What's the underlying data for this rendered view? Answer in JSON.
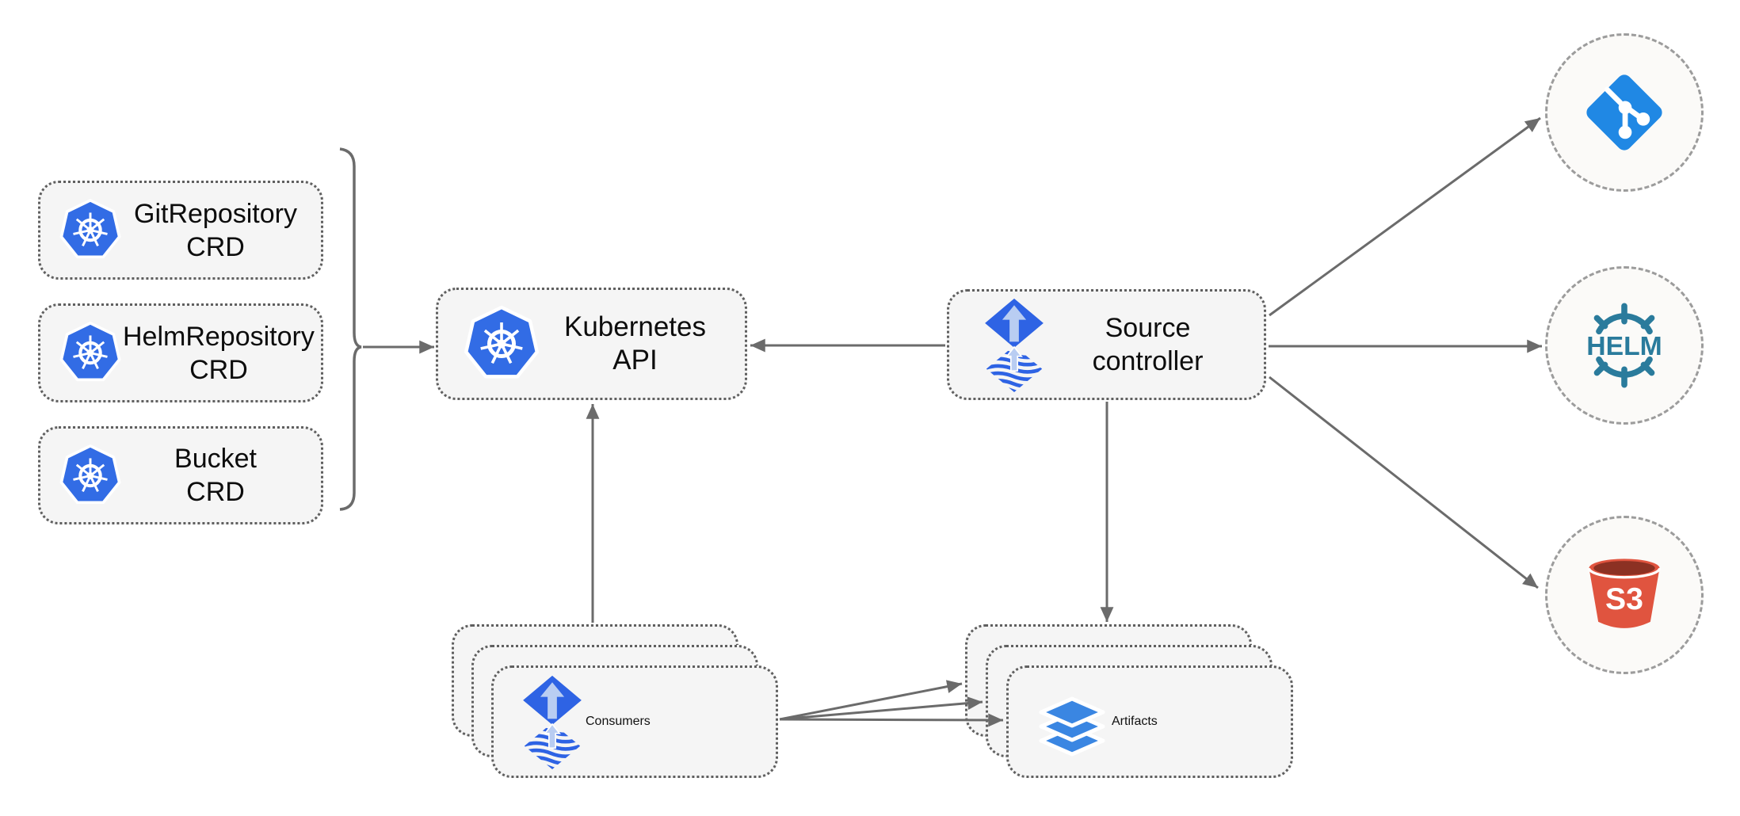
{
  "diagram": {
    "crds": [
      {
        "name": "GitRepository CRD",
        "line1": "GitRepository",
        "line2": "CRD",
        "icon": "kubernetes-icon"
      },
      {
        "name": "HelmRepository CRD",
        "line1": "HelmRepository",
        "line2": "CRD",
        "icon": "kubernetes-icon"
      },
      {
        "name": "Bucket CRD",
        "line1": "Bucket",
        "line2": "CRD",
        "icon": "kubernetes-icon"
      }
    ],
    "kubernetes_api": {
      "label": "Kubernetes API",
      "icon": "kubernetes-icon"
    },
    "source_controller": {
      "line1": "Source",
      "line2": "controller",
      "icon": "flux-source-icon"
    },
    "consumers": {
      "label": "Consumers",
      "icon": "flux-source-icon",
      "stack_count": 3
    },
    "artifacts": {
      "label": "Artifacts",
      "icon": "layers-icon",
      "stack_count": 3
    },
    "external_sources": [
      {
        "name": "git",
        "icon": "git-icon"
      },
      {
        "name": "helm",
        "icon": "helm-icon",
        "logo_text": "HELM"
      },
      {
        "name": "s3",
        "icon": "s3-bucket-icon",
        "logo_text": "S3"
      }
    ],
    "edges": [
      {
        "from": "crd-group-brace",
        "to": "kubernetes-api"
      },
      {
        "from": "source-controller",
        "to": "kubernetes-api"
      },
      {
        "from": "consumers",
        "to": "kubernetes-api"
      },
      {
        "from": "source-controller",
        "to": "artifacts"
      },
      {
        "from": "source-controller",
        "to": "git"
      },
      {
        "from": "source-controller",
        "to": "helm"
      },
      {
        "from": "source-controller",
        "to": "s3"
      },
      {
        "from": "consumers",
        "to": "artifacts-back"
      },
      {
        "from": "consumers",
        "to": "artifacts-middle"
      },
      {
        "from": "consumers",
        "to": "artifacts-front"
      }
    ],
    "colors": {
      "kubernetes_blue": "#326CE5",
      "flux_blue": "#2E63E4",
      "flux_arrow_light": "#B9CDF2",
      "git_blue": "#2088E4",
      "helm_teal": "#2A7B9C",
      "s3_red": "#E0543F",
      "s3_dark_red": "#8C3123",
      "layers_blue": "#3A86E2",
      "line_gray": "#6B6B6B",
      "border_gray": "#5F5F5F",
      "node_fill": "#F5F5F5",
      "circle_fill": "#FBFAF8"
    }
  }
}
